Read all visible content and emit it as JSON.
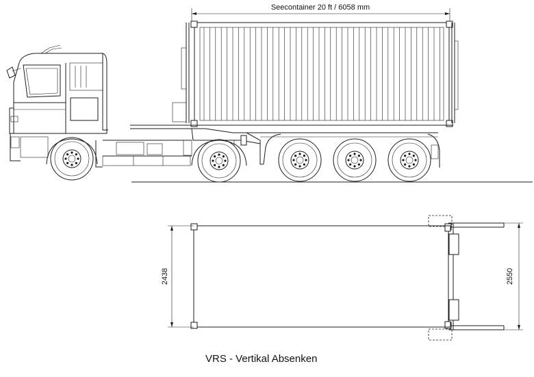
{
  "side_view": {
    "length_label": "Seecontainer 20 ft / 6058 mm"
  },
  "top_view": {
    "width_container_label": "2438",
    "width_vehicle_label": "2550"
  },
  "caption": "VRS - Vertikal Absenken"
}
